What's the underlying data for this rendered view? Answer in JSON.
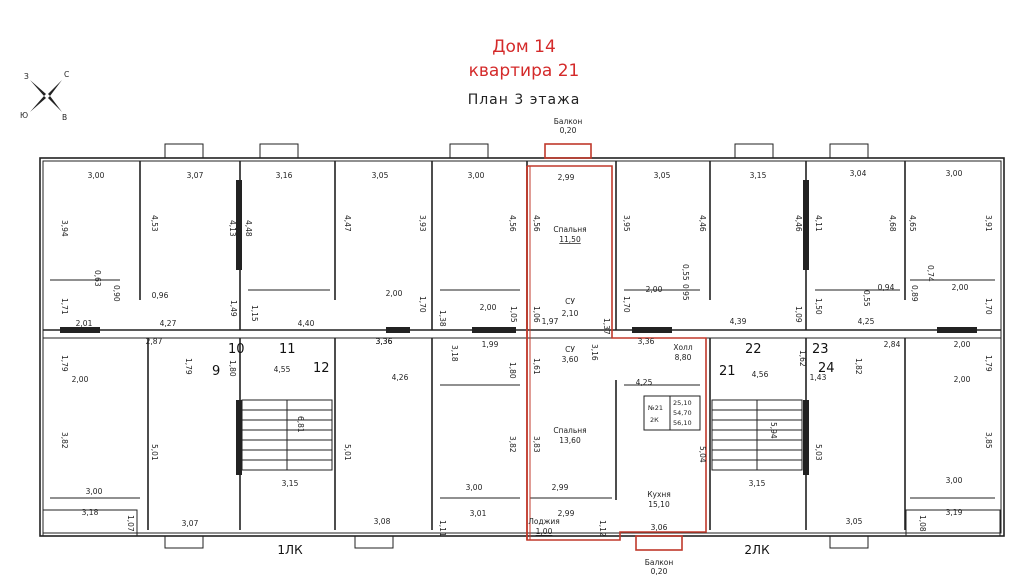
{
  "header": {
    "house": "Дом 14",
    "apartment": "квартира 21",
    "floor_plan": "План 3 этажа"
  },
  "compass": {
    "n": "С",
    "s": "Ю",
    "e": "В",
    "w": "З"
  },
  "balcony_top": {
    "label": "Балкон",
    "area": "0,20"
  },
  "balcony_bottom": {
    "label": "Балкон",
    "area": "0,20"
  },
  "rooms": {
    "bedroom1": {
      "label": "Спальня",
      "area": "11,50"
    },
    "bath1": {
      "label": "СУ",
      "area": "2,10"
    },
    "bath2": {
      "label": "СУ",
      "area": "3,60"
    },
    "hall": {
      "label": "Холл",
      "area": "8,80"
    },
    "bedroom2": {
      "label": "Спальня",
      "area": "13,60"
    },
    "kitchen": {
      "label": "Кухня",
      "area": "15,10"
    },
    "loggia": {
      "label": "Лоджия",
      "area": "1,00"
    }
  },
  "apartment_info": {
    "number": "№21",
    "type": "2К",
    "areas": [
      "25,10",
      "54,70",
      "56,10"
    ]
  },
  "room_numbers": [
    "9",
    "10",
    "11",
    "12",
    "21",
    "22",
    "23",
    "24"
  ],
  "stairs": {
    "left": "1ЛК",
    "right": "2ЛК"
  },
  "dims": {
    "top": [
      "3,00",
      "3,07",
      "3,16",
      "3,05",
      "3,00",
      "2,99",
      "3,05",
      "3,15",
      "3,04",
      "3,00"
    ],
    "left_col": [
      "3,94",
      "4,53",
      "4,13",
      "4,48",
      "4,47",
      "3,93",
      "4,56",
      "4,56",
      "3,95",
      "4,46",
      "4,46",
      "4,11",
      "4,68",
      "4,65",
      "3,91"
    ],
    "mid_row": [
      "2,01",
      "4,27",
      "1,49",
      "4,40",
      "3,36",
      "1,97",
      "4,39",
      "4,25"
    ],
    "misc": [
      "0,63",
      "0,90",
      "0,96",
      "1,71",
      "1,15",
      "2,00",
      "1,70",
      "1,38",
      "2,00",
      "1,05",
      "1,06",
      "1,37",
      "0,55",
      "0,95",
      "1,70",
      "2,00",
      "1,09",
      "1,50",
      "0,55",
      "0,94",
      "0,89",
      "0,74",
      "2,00",
      "1,70"
    ],
    "lower": [
      "1,79",
      "2,87",
      "1,79",
      "1,80",
      "4,55",
      "3,36",
      "4,26",
      "3,18",
      "1,99",
      "1,80",
      "1,61",
      "3,16",
      "3,36",
      "4,25",
      "4,56",
      "1,62",
      "1,43",
      "2,84",
      "1,82",
      "2,00",
      "1,79",
      "2,00",
      "2,00"
    ],
    "bottom": [
      "3,82",
      "5,01",
      "6,81",
      "5,01",
      "3,82",
      "3,83",
      "5,04",
      "5,94",
      "5,03",
      "3,85",
      "3,00",
      "3,15",
      "3,00",
      "2,99",
      "3,15",
      "3,00",
      "3,18",
      "1,07",
      "3,07",
      "3,08",
      "1,11",
      "3,01",
      "2,99",
      "1,12",
      "3,06",
      "3,05",
      "1,08",
      "3,19"
    ]
  }
}
